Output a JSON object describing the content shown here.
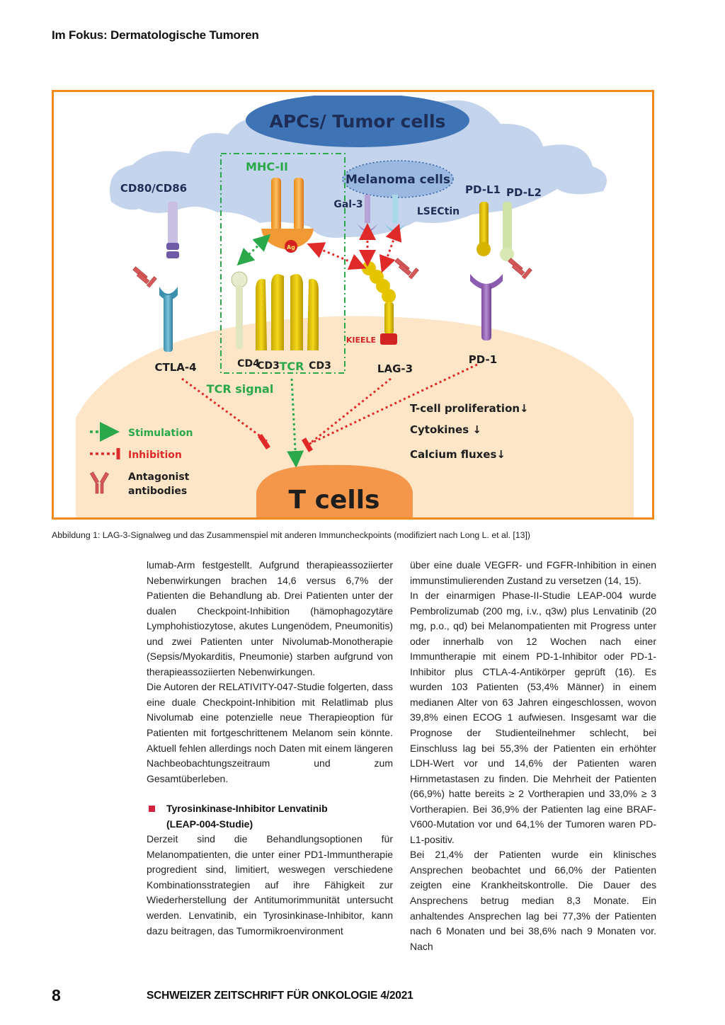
{
  "header": {
    "section": "Im Fokus: Dermatologische Tumoren"
  },
  "figure": {
    "apc_label": "APCs/ Tumor cells",
    "mhc_label": "MHC-II",
    "melanoma_label": "Melanoma cells",
    "cd80_label": "CD80/CD86",
    "pdl1_label": "PD-L1",
    "pdl2_label": "PD-L2",
    "gal3_label": "Gal-3",
    "lsectin_label": "LSECtin",
    "ag_label": "Ag",
    "kieele_label": "KIEELE",
    "cd4_label": "CD4",
    "cd3a_label": "CD3",
    "tcr_label": "TCR",
    "cd3b_label": "CD3",
    "ctla4_label": "CTLA-4",
    "lag3_label": "LAG-3",
    "pd1_label": "PD-1",
    "tcr_signal_label": "TCR signal",
    "tcell_prolif_label": "T-cell  proliferation↓",
    "cytokines_label": "Cytokines ↓",
    "calcium_label": "Calcium fluxes↓",
    "legend": {
      "stimulation": "Stimulation",
      "inhibition": "Inhibition",
      "antagonist_line1": "Antagonist",
      "antagonist_line2": "antibodies"
    },
    "tcells_label": "T cells",
    "colors": {
      "frame": "#f2891c",
      "cell_body": "#fce6c7",
      "apc_body": "#c4d4ec",
      "tumor_header": "#3e73b5",
      "stimulation": "#2aa84a",
      "inhibition": "#e02a2a",
      "tcells": "#f4974a"
    }
  },
  "caption": "Abbildung 1: LAG-3-Signalweg und das Zusammenspiel mit anderen Immuncheckpoints (modifiziert nach Long L. et al. [13])",
  "left_column": {
    "p1": "lumab-Arm festgestellt. Aufgrund therapieassoziierter Nebenwirkungen brachen 14,6 versus 6,7% der Patienten die Behandlung ab. Drei Patienten unter der dualen Checkpoint-Inhibition (hämophagozytäre Lymphohistiozytose, akutes Lungenödem, Pneumonitis) und zwei Patienten unter Nivolumab-Monotherapie (Sepsis/Myokarditis, Pneumonie) starben aufgrund von therapieassoziierten Nebenwirkungen.",
    "p2": "Die Autoren der RELATIVITY-047-Studie folgerten, dass eine duale Checkpoint-Inhibition mit Relatlimab plus Nivolumab eine potenzielle neue Therapieoption für Patienten mit fortgeschrittenem Melanom sein könnte. Aktuell fehlen allerdings noch Daten mit einem längeren Nachbeobachtungszeitraum und zum Gesamtüberleben.",
    "subheading_line1": "Tyrosinkinase-Inhibitor Lenvatinib",
    "subheading_line2": "(LEAP-004-Studie)",
    "p3": "Derzeit sind die Behandlungsoptionen für Melanompatienten, die unter einer PD1-Immuntherapie progredient sind, limitiert, weswegen verschiedene Kombinationsstrategien auf ihre Fähigkeit zur Wiederherstellung der Antitumorimmunität untersucht werden. Lenvatinib, ein Tyrosinkinase-Inhibitor, kann dazu beitragen, das Tumormikroenvironment"
  },
  "right_column": {
    "p1": "über eine duale VEGFR- und FGFR-Inhibition in einen immunstimulierenden Zustand zu versetzen (14, 15).",
    "p2": "In der einarmigen Phase-II-Studie LEAP-004 wurde Pembrolizumab (200 mg, i.v., q3w) plus Lenvatinib (20 mg, p.o., qd) bei Melanompatienten mit Progress unter oder innerhalb von 12 Wochen nach einer Immuntherapie mit einem PD-1-Inhibitor oder PD-1-Inhibitor plus CTLA-4-Antikörper geprüft (16). Es wurden 103 Patienten (53,4% Männer) in einem medianen Alter von 63 Jahren eingeschlossen, wovon 39,8% einen ECOG 1 aufwiesen. Insgesamt war die Prognose der Studienteilnehmer schlecht, bei Einschluss lag bei 55,3% der Patienten ein erhöhter LDH-Wert vor und 14,6% der Patienten waren Hirnmetastasen zu finden. Die Mehrheit der Patienten (66,9%) hatte bereits ≥ 2 Vortherapien und 33,0% ≥ 3 Vortherapien. Bei 36,9% der Patienten lag eine BRAF-V600-Mutation vor und 64,1% der Tumoren waren PD-L1-positiv.",
    "p3": "Bei 21,4% der Patienten wurde ein klinisches Ansprechen beobachtet und 66,0% der Patienten zeigten eine Krankheitskontrolle. Die Dauer des Ansprechens betrug median 8,3 Monate. Ein anhaltendes Ansprechen lag bei 77,3% der Patienten nach 6 Monaten und bei 38,6% nach 9 Monaten vor. Nach"
  },
  "footer": {
    "page_number": "8",
    "journal": "SCHWEIZER ZEITSCHRIFT FÜR ONKOLOGIE 4/2021"
  }
}
